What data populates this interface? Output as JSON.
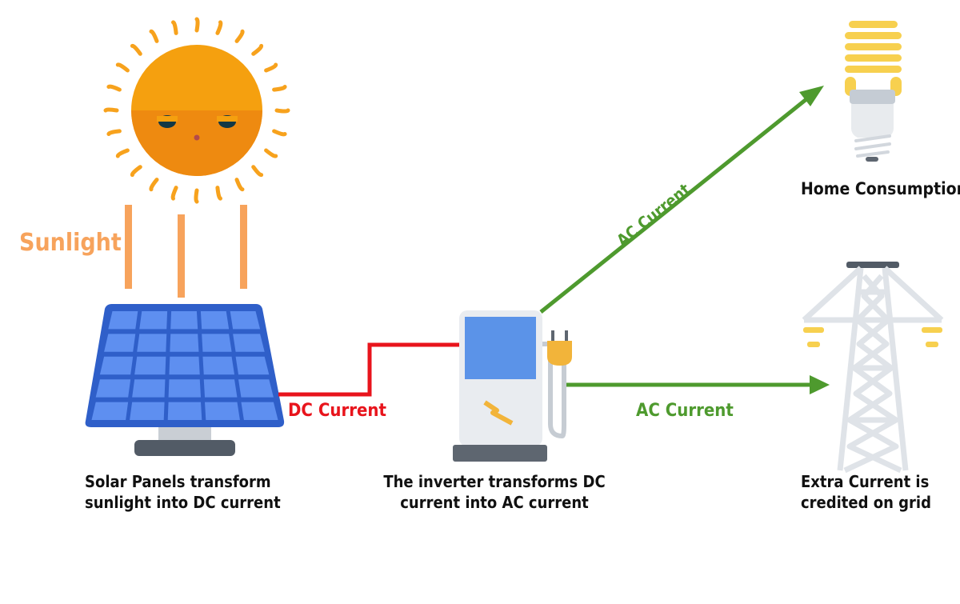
{
  "labels": {
    "sunlight": "Sunlight",
    "dc_current": "DC Current",
    "ac_current_home": "AC Current",
    "ac_current_grid": "AC Current",
    "home_consumption": "Home Consumption"
  },
  "captions": {
    "solar_panels": [
      "Solar Panels transform",
      "sunlight into DC current"
    ],
    "inverter": [
      "The inverter transforms DC",
      "current into AC current"
    ],
    "grid": [
      "Extra Current is",
      "credited on grid"
    ]
  },
  "colors": {
    "sunlight": "#f7a35c",
    "dc_current": "#e8141c",
    "ac_current": "#4e9a2e",
    "text": "#111111"
  },
  "icons": [
    "sun-icon",
    "solar-panel-icon",
    "inverter-icon",
    "light-bulb-icon",
    "power-tower-icon"
  ]
}
